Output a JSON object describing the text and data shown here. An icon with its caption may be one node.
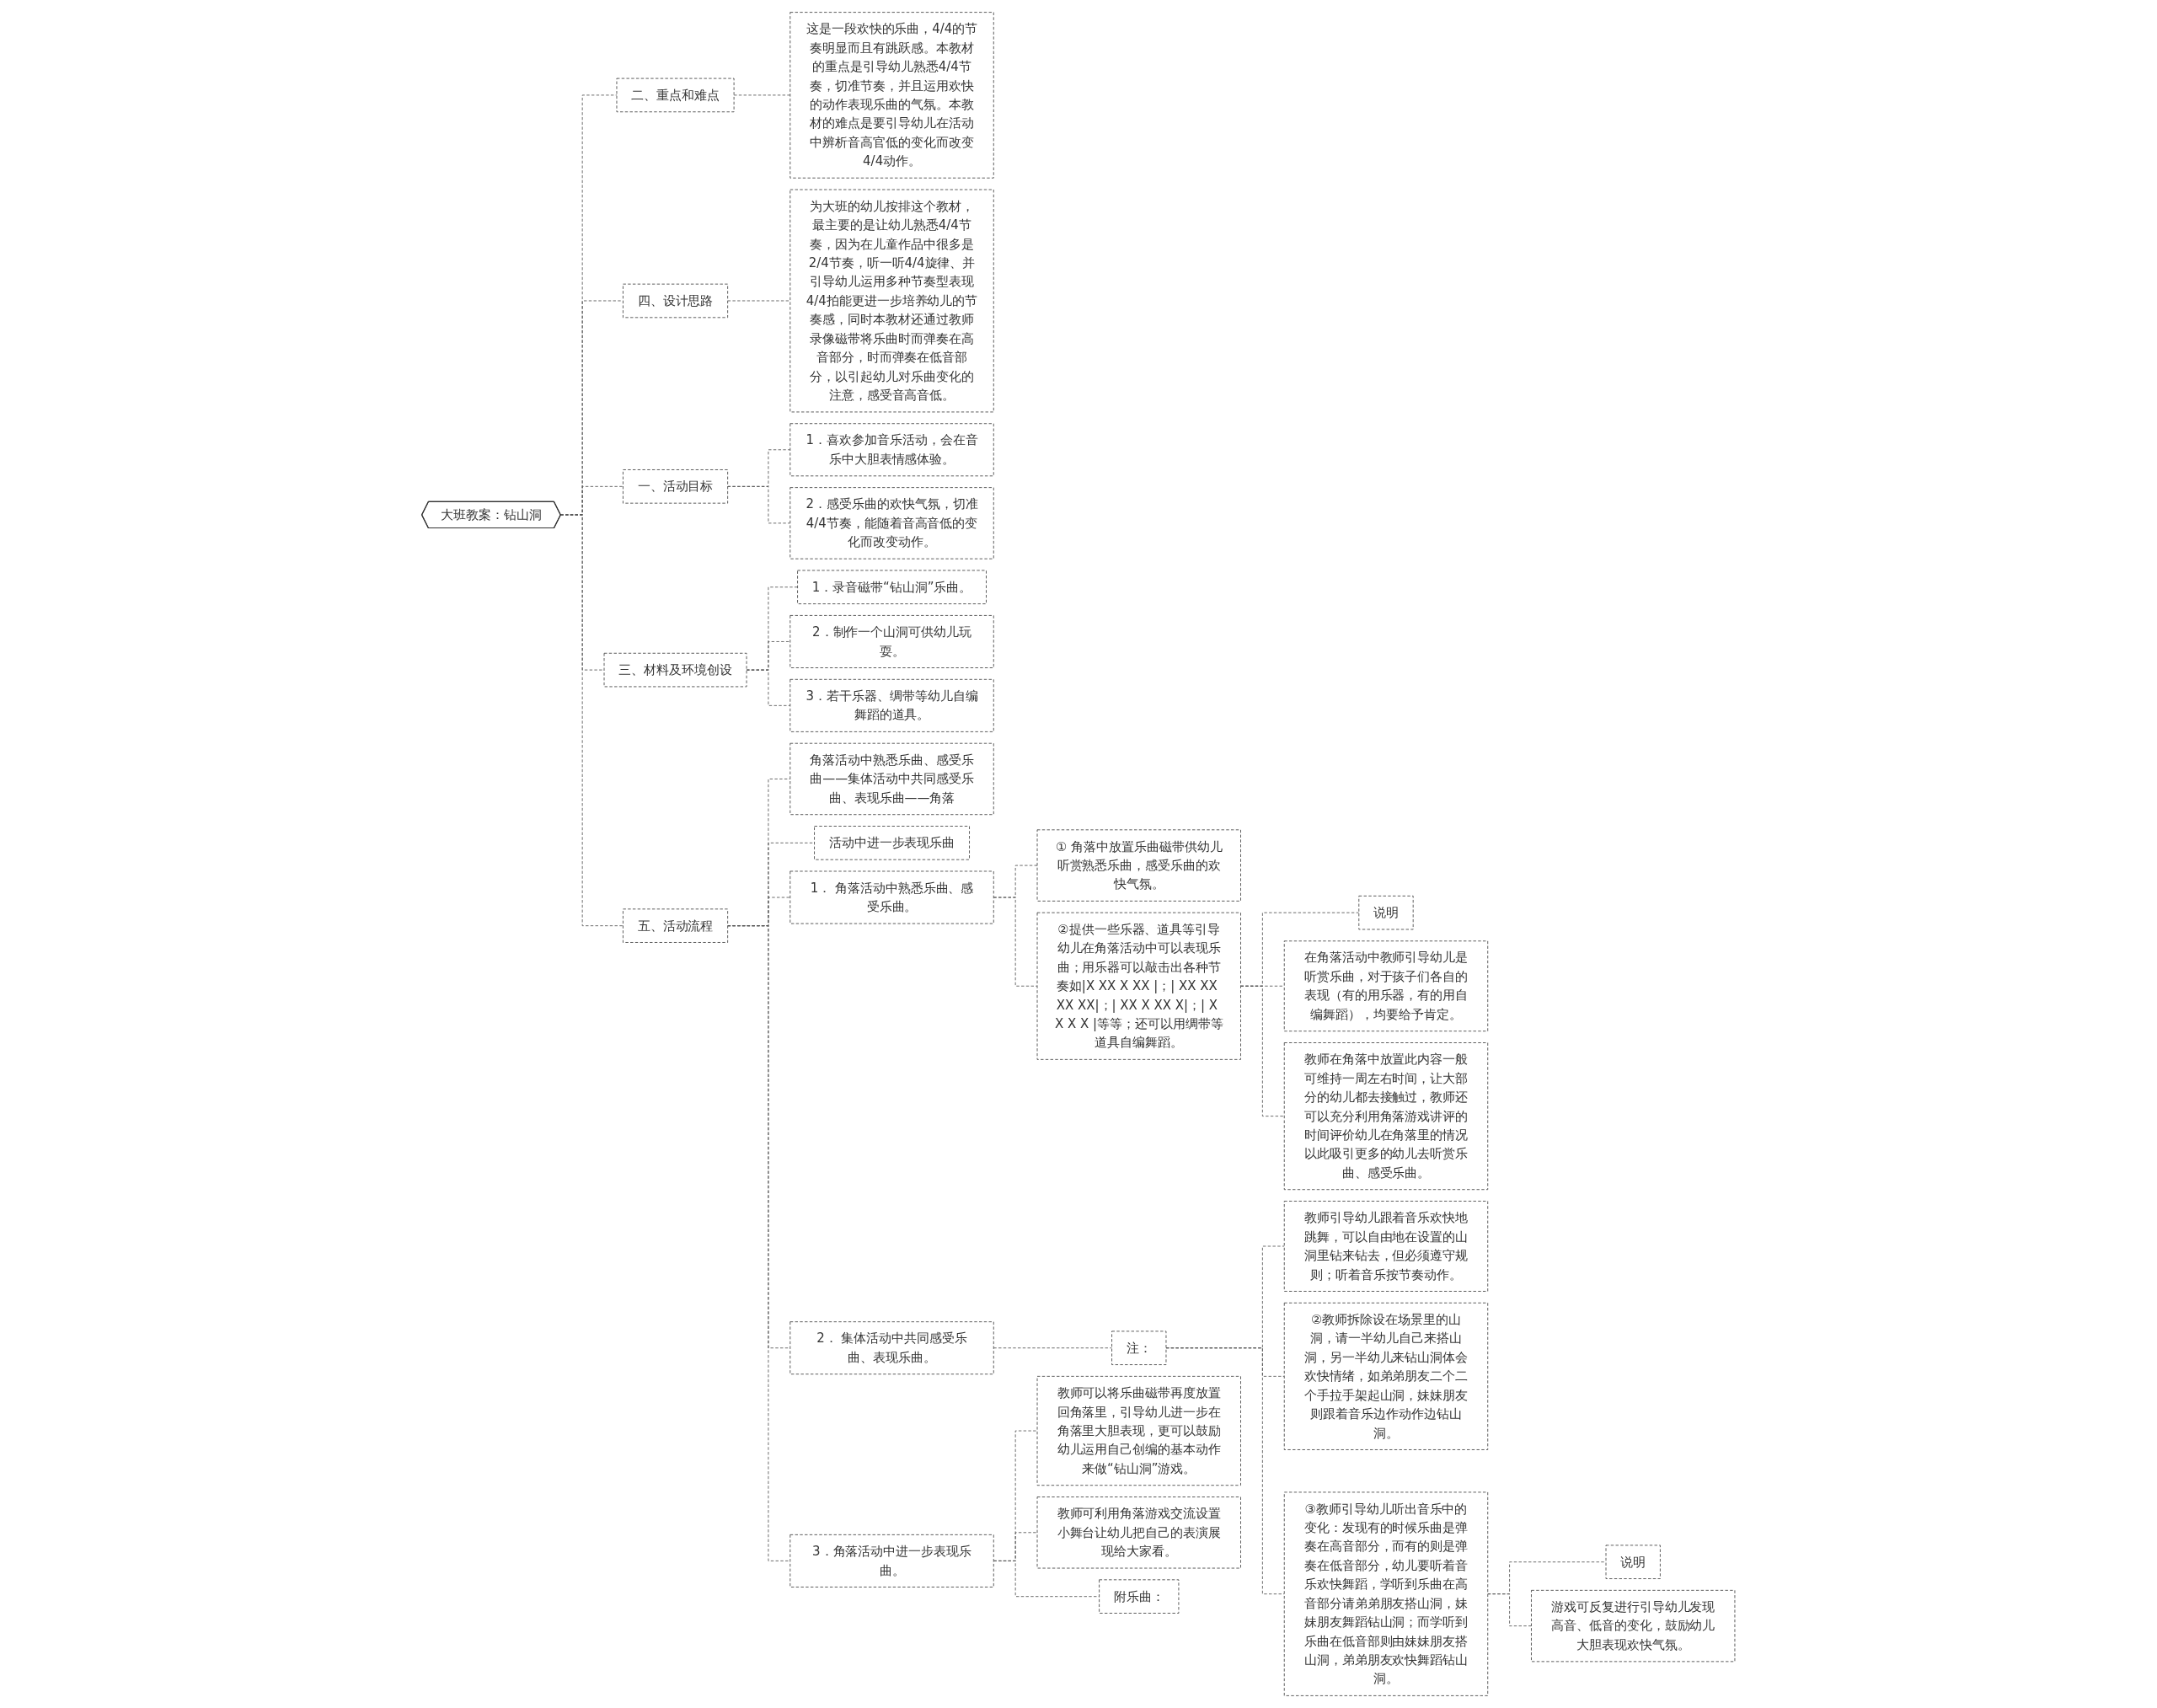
{
  "diagram": {
    "nodes": [
      {
        "text": [
          "大班教案：钻山洞"
        ]
      },
      {
        "text": [
          "一、活动目标"
        ]
      },
      {
        "text": [
          "1．喜欢参加音乐活动，会在音乐中大胆表情感体验。"
        ]
      },
      {
        "text": [
          "2．感受乐曲的欢快气氛，切准4/4节奏，能随着音高音低的变化而改变动作。"
        ]
      },
      {
        "text": [
          "三、材料及环境创设"
        ]
      },
      {
        "text": [
          "1．录音磁带“钻山洞”乐曲。"
        ]
      },
      {
        "text": [
          "2．制作一个山洞可供幼儿玩耍。"
        ]
      },
      {
        "text": [
          "3．若干乐器、绸带等幼儿自编舞蹈的道具。"
        ]
      },
      {
        "text": [
          "五、活动流程"
        ]
      },
      {
        "text": [
          "角落活动中熟悉乐曲、感受乐曲——集体活动中共同感受乐曲、表现乐曲——角落"
        ]
      },
      {
        "text": [
          "活动中进一步表现乐曲"
        ]
      },
      {
        "text": [
          "1． 角落活动中熟悉乐曲、感受乐曲。"
        ]
      },
      {
        "text": [
          "① 角落中放置乐曲磁带供幼儿听赏熟悉乐曲，感受乐曲的欢快气氛。"
        ]
      },
      {
        "text": [
          "②提供一些乐器、道具等引导幼儿在角落活动中可以表现乐曲；用乐器可以敲击出各种节奏如|X XX X XX |；| XX XX XX XX|；| XX X XX X|；| X X X X |等等；还可以用绸带等道具自编舞蹈。"
        ]
      },
      {
        "text": [
          "说明"
        ]
      },
      {
        "text": [
          "在角落活动中教师引导幼儿是听赏乐曲，对于孩子们各自的表现（有的用乐器，有的用自编舞蹈），均要给予肯定。"
        ]
      },
      {
        "text": [
          "教师在角落中放置此内容一般可维持一周左右时间，让大部分的幼儿都去接触过，教师还可以充分利用角落游戏讲评的时间评价幼儿在角落里的情况以此吸引更多的幼儿去听赏乐曲、感受乐曲。"
        ]
      },
      {
        "text": [
          "2． 集体活动中共同感受乐曲、表现乐曲。"
        ]
      },
      {
        "text": [
          "注："
        ]
      },
      {
        "text": [
          "教师引导幼儿跟着音乐欢快地跳舞，可以自由地在设置的山洞里钻来钻去，但必须遵守规则；听着音乐按节奏动作。"
        ]
      },
      {
        "text": [
          "②教师拆除设在场景里的山洞，请一半幼儿自己来搭山洞，另一半幼儿来钻山洞体会欢快情绪，如弟弟朋友二个二个手拉手架起山洞，妹妹朋友则跟着音乐边作动作边钻山洞。"
        ]
      },
      {
        "text": [
          "③教师引导幼儿听出音乐中的变化：发现有的时候乐曲是弹奏在高音部分，而有的则是弹奏在低音部分，幼儿要听着音乐欢快舞蹈，学听到乐曲在高音部分请弟弟朋友搭山洞，妹妹朋友舞蹈钻山洞；而学听到乐曲在低音部则由妹妹朋友搭山洞，弟弟朋友欢快舞蹈钻山洞。"
        ]
      },
      {
        "text": [
          "说明"
        ]
      },
      {
        "text": [
          "游戏可反复进行引导幼儿发现高音、低音的变化，鼓励幼儿大胆表现欢快气氛。"
        ]
      },
      {
        "text": [
          "3．角落活动中进一步表现乐曲。"
        ]
      },
      {
        "text": [
          "教师可以将乐曲磁带再度放置回角落里，引导幼儿进一步在角落里大胆表现，更可以鼓励幼儿运用自己创编的基本动作来做“钻山洞”游戏。"
        ]
      },
      {
        "text": [
          "教师可利用角落游戏交流设置小舞台让幼儿把自己的表演展现给大家看。"
        ]
      },
      {
        "text": [
          "附乐曲："
        ]
      },
      {
        "text": [
          "二、重点和难点"
        ]
      },
      {
        "text": [
          "这是一段欢快的乐曲，4/4的节奏明显而且有跳跃感。本教材的重点是引导幼儿熟悉4/4节奏，切准节奏，并且运用欢快的动作表现乐曲的气氛。本教材的难点是要引导幼儿在活动中辨析音高官低的变化而改变4/4动作。"
        ]
      },
      {
        "text": [
          "四、设计思路"
        ]
      },
      {
        "text": [
          "为大班的幼儿按排这个教材，最主要的是让幼儿熟悉4/4节奏，因为在儿童作品中很多是2/4节奏，听一听4/4旋律、并引导幼儿运用多种节奏型表现4/4拍能更进一步培养幼儿的节奏感，同时本教材还通过教师录像磁带将乐曲时而弹奏在高音部分，时而弹奏在低音部分，以引起幼儿对乐曲变化的注意，感受音高音低。"
        ]
      }
    ],
    "edges": [
      {
        "from": 0,
        "to": 1,
        "arrow": "none",
        "style": "dashed"
      },
      {
        "from": 1,
        "to": 2,
        "arrow": "none",
        "style": "dashed"
      },
      {
        "from": 1,
        "to": 3,
        "arrow": "none",
        "style": "dashed"
      },
      {
        "from": 0,
        "to": 4,
        "arrow": "none",
        "style": "dashed"
      },
      {
        "from": 4,
        "to": 5,
        "arrow": "none",
        "style": "dashed"
      },
      {
        "from": 4,
        "to": 6,
        "arrow": "none",
        "style": "dashed"
      },
      {
        "from": 4,
        "to": 7,
        "arrow": "none",
        "style": "dashed"
      },
      {
        "from": 0,
        "to": 8,
        "arrow": "none",
        "style": "dashed"
      },
      {
        "from": 8,
        "to": 9,
        "arrow": "none",
        "style": "dashed"
      },
      {
        "from": 8,
        "to": 10,
        "arrow": "none",
        "style": "dashed"
      },
      {
        "from": 8,
        "to": 11,
        "arrow": "none",
        "style": "dashed"
      },
      {
        "from": 11,
        "to": 12,
        "arrow": "none",
        "style": "dashed"
      },
      {
        "from": 11,
        "to": 13,
        "arrow": "none",
        "style": "dashed"
      },
      {
        "from": 13,
        "to": 14,
        "arrow": "none",
        "style": "dashed"
      },
      {
        "from": 13,
        "to": 15,
        "arrow": "none",
        "style": "dashed"
      },
      {
        "from": 13,
        "to": 16,
        "arrow": "none",
        "style": "dashed"
      },
      {
        "from": 8,
        "to": 17,
        "arrow": "none",
        "style": "dashed"
      },
      {
        "from": 17,
        "to": 18,
        "arrow": "none",
        "style": "dashed"
      },
      {
        "from": 18,
        "to": 19,
        "arrow": "none",
        "style": "dashed"
      },
      {
        "from": 18,
        "to": 20,
        "arrow": "none",
        "style": "dashed"
      },
      {
        "from": 18,
        "to": 21,
        "arrow": "none",
        "style": "dashed"
      },
      {
        "from": 21,
        "to": 22,
        "arrow": "none",
        "style": "dashed"
      },
      {
        "from": 21,
        "to": 23,
        "arrow": "none",
        "style": "dashed"
      },
      {
        "from": 8,
        "to": 24,
        "arrow": "none",
        "style": "dashed"
      },
      {
        "from": 24,
        "to": 25,
        "arrow": "none",
        "style": "dashed"
      },
      {
        "from": 24,
        "to": 26,
        "arrow": "none",
        "style": "dashed"
      },
      {
        "from": 24,
        "to": 27,
        "arrow": "none",
        "style": "dashed"
      },
      {
        "from": 0,
        "to": 28,
        "arrow": "none",
        "style": "dashed"
      },
      {
        "from": 28,
        "to": 29,
        "arrow": "none",
        "style": "dashed"
      },
      {
        "from": 0,
        "to": 30,
        "arrow": "none",
        "style": "dashed"
      },
      {
        "from": 30,
        "to": 31,
        "arrow": "none",
        "style": "dashed"
      }
    ]
  }
}
